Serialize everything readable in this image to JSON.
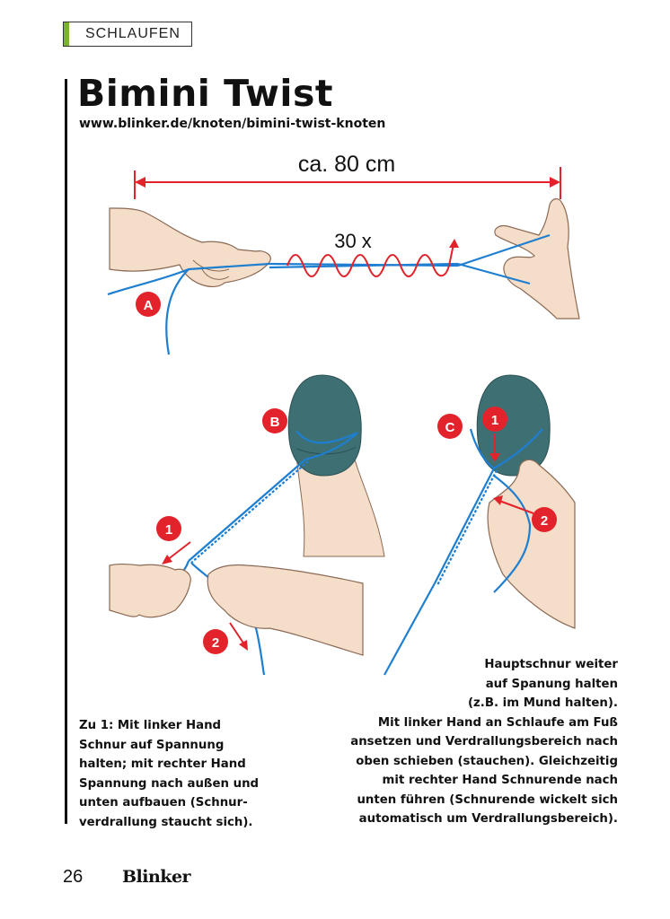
{
  "header": {
    "section": "SCHLAUFEN",
    "accent_color": "#7ab42e"
  },
  "article": {
    "title": "Bimini Twist",
    "url": "www.blinker.de/knoten/bimini-twist-knoten"
  },
  "figure": {
    "measure_label": "ca. 80 cm",
    "twist_label": "30 x",
    "step_labels": {
      "a": "A",
      "b": "B",
      "c": "C"
    },
    "sub_step_labels": {
      "b1": "1",
      "b2": "2",
      "c1": "1",
      "c2": "2"
    },
    "colors": {
      "line": "#1e7fd0",
      "marker": "#e3232b",
      "skin": "#f4ddc9",
      "slipper": "#3d6f73"
    }
  },
  "captions": {
    "left_lines": [
      "Zu 1: Mit linker Hand",
      "Schnur auf Spannung",
      "halten; mit rechter Hand",
      "Spannung nach außen und",
      "unten aufbauen (Schnur-",
      "verdrallung staucht sich)."
    ],
    "right_lines": [
      "Hauptschnur weiter",
      "auf Spanung halten",
      "(z.B. im Mund halten).",
      "Mit linker Hand an Schlaufe am Fuß",
      "ansetzen und Verdrallungsbereich nach",
      "oben schieben (stauchen). Gleichzeitig",
      "mit rechter Hand Schnurende nach",
      "unten führen (Schnurende wickelt sich",
      "automatisch um Verdrallungsbereich)."
    ]
  },
  "footer": {
    "page_number": "26",
    "brand": "Blinker"
  }
}
